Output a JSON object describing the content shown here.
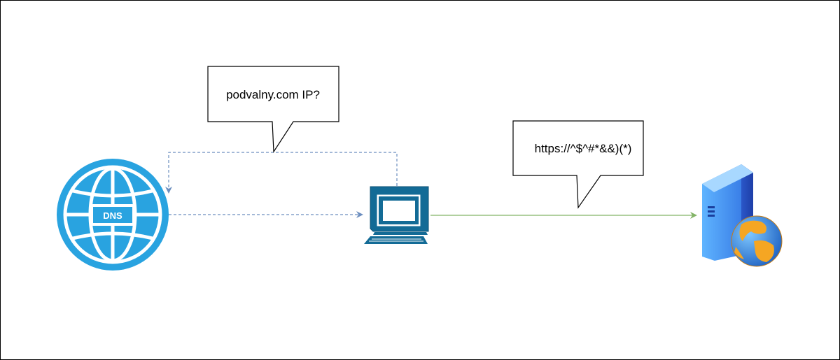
{
  "diagram": {
    "nodes": {
      "dns": {
        "label": "DNS",
        "icon": "dns-globe-icon",
        "color": "#29a3e0"
      },
      "client": {
        "icon": "computer-icon",
        "color": "#136b96"
      },
      "web_server": {
        "icon": "web-server-icon"
      }
    },
    "callouts": {
      "dns_query": {
        "text": "podvalny.com IP?"
      },
      "https_request": {
        "text": "https://^$^#*&&)(*)"
      }
    },
    "edges": [
      {
        "from": "client",
        "to": "dns",
        "style": "dashed",
        "color": "#6c8ebf"
      },
      {
        "from": "dns",
        "to": "client",
        "style": "dashed",
        "color": "#6c8ebf"
      },
      {
        "from": "client",
        "to": "web_server",
        "style": "solid",
        "color": "#82b366"
      }
    ]
  }
}
